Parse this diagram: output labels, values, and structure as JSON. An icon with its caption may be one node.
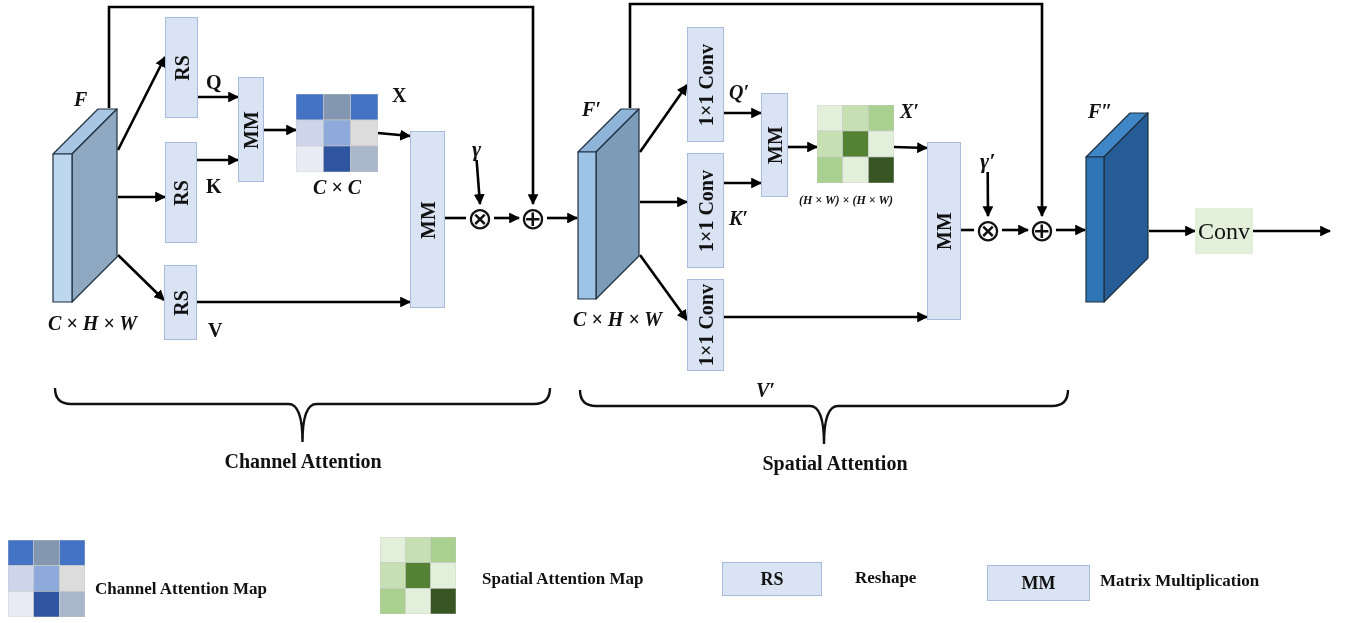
{
  "diagram": {
    "nodes": [
      {
        "text": [
          "F",
          "C × H × W"
        ]
      },
      {
        "text": [
          "RS"
        ],
        "beside": [
          "Q"
        ]
      },
      {
        "text": [
          "RS"
        ],
        "beside": [
          "K"
        ]
      },
      {
        "text": [
          "RS"
        ],
        "beside": [
          "V"
        ]
      },
      {
        "text": [
          "MM"
        ]
      },
      {
        "text": [
          "X",
          "C × C"
        ]
      },
      {
        "text": [
          "MM"
        ]
      },
      {
        "text": [
          "⊗"
        ]
      },
      {
        "text": [
          "γ"
        ]
      },
      {
        "text": [
          "⊕"
        ]
      },
      {
        "text": [
          "F′",
          "C × H × W"
        ]
      },
      {
        "text": [
          "1×1 Conv"
        ],
        "beside": [
          "Q′"
        ]
      },
      {
        "text": [
          "1×1 Conv"
        ],
        "beside": [
          "K′"
        ]
      },
      {
        "text": [
          "1×1 Conv"
        ],
        "beside": [
          "V′"
        ]
      },
      {
        "text": [
          "MM"
        ]
      },
      {
        "text": [
          "X′",
          "(H × W) × (H × W)"
        ]
      },
      {
        "text": [
          "MM"
        ]
      },
      {
        "text": [
          "⊗"
        ]
      },
      {
        "text": [
          "γ′"
        ]
      },
      {
        "text": [
          "⊕"
        ]
      },
      {
        "text": [
          "F″"
        ]
      },
      {
        "text": [
          "Conv"
        ]
      }
    ],
    "edges": [
      {
        "from": 0,
        "to": 1,
        "arrow": "to"
      },
      {
        "from": 0,
        "to": 2,
        "arrow": "to"
      },
      {
        "from": 0,
        "to": 3,
        "arrow": "to"
      },
      {
        "from": 1,
        "to": 4,
        "arrow": "to"
      },
      {
        "from": 2,
        "to": 4,
        "arrow": "to"
      },
      {
        "from": 4,
        "to": 5,
        "arrow": "to"
      },
      {
        "from": 5,
        "to": 6,
        "arrow": "to"
      },
      {
        "from": 3,
        "to": 6,
        "arrow": "to"
      },
      {
        "from": 6,
        "to": 7,
        "arrow": "none"
      },
      {
        "from": 8,
        "to": 7,
        "arrow": "to"
      },
      {
        "from": 7,
        "to": 9,
        "arrow": "to"
      },
      {
        "from": 0,
        "to": 9,
        "arrow": "to"
      },
      {
        "from": 9,
        "to": 10,
        "arrow": "to"
      },
      {
        "from": 10,
        "to": 11,
        "arrow": "to"
      },
      {
        "from": 10,
        "to": 12,
        "arrow": "to"
      },
      {
        "from": 10,
        "to": 13,
        "arrow": "to"
      },
      {
        "from": 11,
        "to": 14,
        "arrow": "to"
      },
      {
        "from": 12,
        "to": 14,
        "arrow": "to"
      },
      {
        "from": 14,
        "to": 15,
        "arrow": "to"
      },
      {
        "from": 15,
        "to": 16,
        "arrow": "to"
      },
      {
        "from": 13,
        "to": 16,
        "arrow": "to"
      },
      {
        "from": 16,
        "to": 17,
        "arrow": "none"
      },
      {
        "from": 18,
        "to": 17,
        "arrow": "to"
      },
      {
        "from": 17,
        "to": 19,
        "arrow": "to"
      },
      {
        "from": 10,
        "to": 19,
        "arrow": "to"
      },
      {
        "from": 19,
        "to": 20,
        "arrow": "to"
      },
      {
        "from": 20,
        "to": 21,
        "arrow": "to"
      },
      {
        "from": 21,
        "to": null,
        "arrow": "to"
      }
    ],
    "labels": [
      "Channel Attention",
      "Spatial Attention",
      "RS",
      "MM"
    ],
    "legend": [
      {
        "text": "Channel Attention Map"
      },
      {
        "text": "Spatial Attention Map"
      },
      {
        "text": "Reshape",
        "color": "#dae3f3"
      },
      {
        "text": "Matrix Multiplication",
        "color": "#dae3f3"
      }
    ]
  }
}
